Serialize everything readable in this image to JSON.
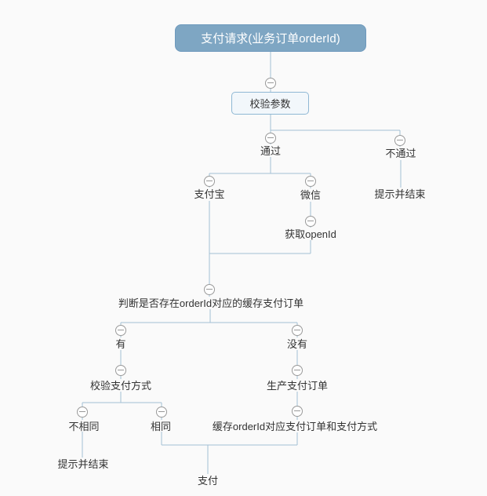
{
  "canvas": {
    "background": "#fafafa",
    "line_color": "#a3c0d4",
    "root_fill": "#7ea6c3",
    "root_text_color": "#ffffff",
    "box_border": "#8fb8d4",
    "box_fill": "#f2f7fb",
    "text_color": "#333333",
    "collapse_icon_color": "#999999"
  },
  "icons": {
    "collapse": "circled-minus"
  },
  "nodes": {
    "payment_request": {
      "label": "支付请求(业务订单orderId)"
    },
    "check_params": {
      "label": "校验参数"
    },
    "pass": {
      "label": "通过"
    },
    "fail": {
      "label": "不通过"
    },
    "fail_end": {
      "label": "提示并结束"
    },
    "alipay": {
      "label": "支付宝"
    },
    "wechat": {
      "label": "微信"
    },
    "get_openid": {
      "label": "获取openId"
    },
    "judge_cache": {
      "label": "判断是否存在orderId对应的缓存支付订单"
    },
    "has": {
      "label": "有"
    },
    "none": {
      "label": "没有"
    },
    "verify_pay_method": {
      "label": "校验支付方式"
    },
    "produce_order": {
      "label": "生产支付订单"
    },
    "not_same": {
      "label": "不相同"
    },
    "same": {
      "label": "相同"
    },
    "not_same_end": {
      "label": "提示并结束"
    },
    "cache_order": {
      "label": "缓存orderId对应支付订单和支付方式"
    },
    "pay": {
      "label": "支付"
    }
  },
  "edges": [
    {
      "from": "payment_request",
      "to": "check_params"
    },
    {
      "from": "check_params",
      "to": "pass"
    },
    {
      "from": "check_params",
      "to": "fail"
    },
    {
      "from": "fail",
      "to": "fail_end"
    },
    {
      "from": "pass",
      "to": "alipay"
    },
    {
      "from": "pass",
      "to": "wechat"
    },
    {
      "from": "wechat",
      "to": "get_openid"
    },
    {
      "from": "alipay",
      "to": "judge_cache"
    },
    {
      "from": "get_openid",
      "to": "judge_cache"
    },
    {
      "from": "judge_cache",
      "to": "has"
    },
    {
      "from": "judge_cache",
      "to": "none"
    },
    {
      "from": "has",
      "to": "verify_pay_method"
    },
    {
      "from": "none",
      "to": "produce_order"
    },
    {
      "from": "verify_pay_method",
      "to": "not_same"
    },
    {
      "from": "verify_pay_method",
      "to": "same"
    },
    {
      "from": "not_same",
      "to": "not_same_end"
    },
    {
      "from": "produce_order",
      "to": "cache_order"
    },
    {
      "from": "same",
      "to": "pay"
    },
    {
      "from": "cache_order",
      "to": "pay"
    }
  ]
}
